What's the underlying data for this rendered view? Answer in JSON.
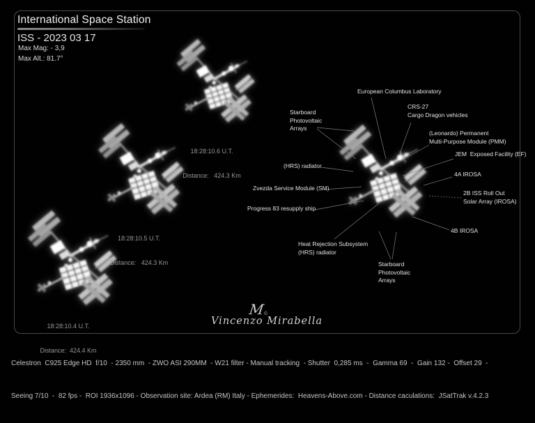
{
  "header": {
    "title": "International Space Station",
    "date_line": "ISS - 2023 03 17",
    "max_mag": "Max Mag: - 3,9",
    "max_alt": "Max Alt.:  81.7°"
  },
  "frames": [
    {
      "time": "18:28:10.6 U.T.",
      "distance": "Distance:   424.3 Km"
    },
    {
      "time": "18:28:10.5 U.T.",
      "distance": "Distance:   424.3 Km"
    },
    {
      "time": "18:28:10.4 U.T.",
      "distance": "Distance:  424.4 Km"
    }
  ],
  "annotations": {
    "starboard_top": "Starboard\nPhotovoltaic\nArrays",
    "columbus": "European Columbus Laboratory",
    "crs27": "CRS-27\nCargo Dragon vehicles",
    "leonardo": "(Leonardo) Permanent\nMulti-Purpose Module (PMM)",
    "jem": "JEM  Exposed Facility (EF)",
    "hrs_radiator": "(HRS) radiator",
    "irosa_4a": "4A IROSA",
    "zvezda": "Zvezda Service Module (SM)",
    "irosa_2b": "2B ISS Roll Out\nSolar Array (IROSA)",
    "progress": "Progress 83 resupply ship",
    "irosa_4b": "4B IROSA",
    "heat_rejection": "Heat Rejection Subsystem\n(HRS) radiator",
    "starboard_bottom": "Starboard\nPhotovoltaic\nArrays"
  },
  "signature": {
    "monogram": "M",
    "copyright": "©",
    "name": "Vincenzo Mirabella"
  },
  "footer": {
    "line1": "Celestron  C925 Edge HD  f/10  - 2350 mm  - ZWO ASI 290MM  - W21 filter - Manual tracking  - Shutter  0,285 ms  -  Gamma 69  -  Gain 132 -  Offset 29  -",
    "line2": "Seeing 7/10  -  82 fps -  ROI 1936x1096 - Observation site: Ardea (RM) Italy - Ephemerides:  Heavens-Above.com - Distance caculations:  JSatTrak v.4.2.3"
  }
}
